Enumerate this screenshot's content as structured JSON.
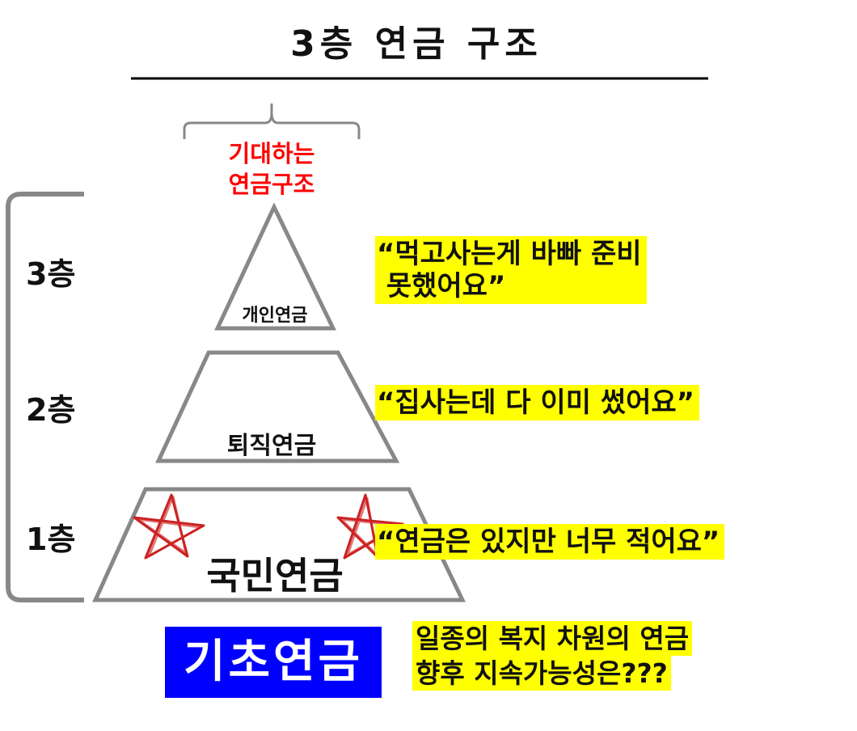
{
  "title": "3층 연금 구조",
  "expected_label": [
    "기대하는",
    "연금구조"
  ],
  "layers": [
    {
      "label": "3층",
      "tier": "개인연금",
      "quote": "“먹고사는게 바빠 준비\n 못했어요”"
    },
    {
      "label": "2층",
      "tier": "퇴직연금",
      "quote": "“집사는데 다 이미 썼어요”"
    },
    {
      "label": "1층",
      "tier": "국민연금",
      "quote": "“연금은 있지만 너무 적어요”"
    }
  ],
  "base": {
    "label": "기초연금",
    "note": [
      "일종의 복지 차원의 연금",
      "향후 지속가능성은???"
    ]
  },
  "colors": {
    "highlight": "#ffff00",
    "base_box": "#0000ff",
    "expected_text": "#ff0000",
    "star_marks": "#cc2222",
    "bracket": "#888888"
  }
}
